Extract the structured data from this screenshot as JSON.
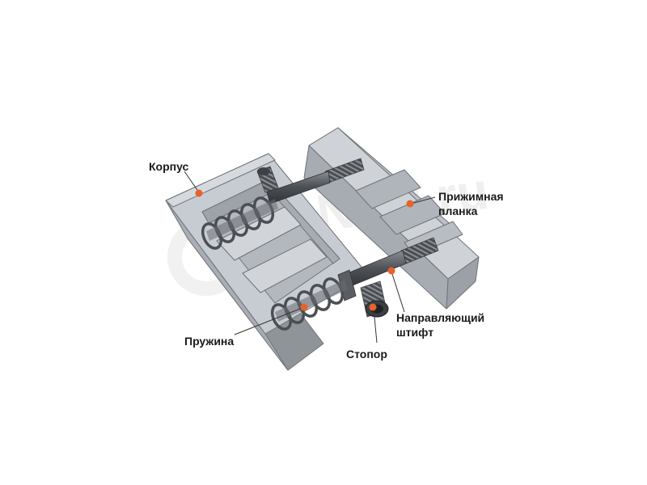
{
  "labels": {
    "korpus": "Корпус",
    "plate_line1": "Прижимная",
    "plate_line2": "планка",
    "pin_line1": "Направляющий",
    "pin_line2": "штифт",
    "spring": "Пружина",
    "stopor": "Стопор"
  },
  "colors": {
    "marker": "#e8622a",
    "leader": "#333333",
    "body_top": "#c9ced4",
    "body_side": "#a8adb3",
    "body_dark": "#8d9298",
    "pin": "#55595e"
  }
}
